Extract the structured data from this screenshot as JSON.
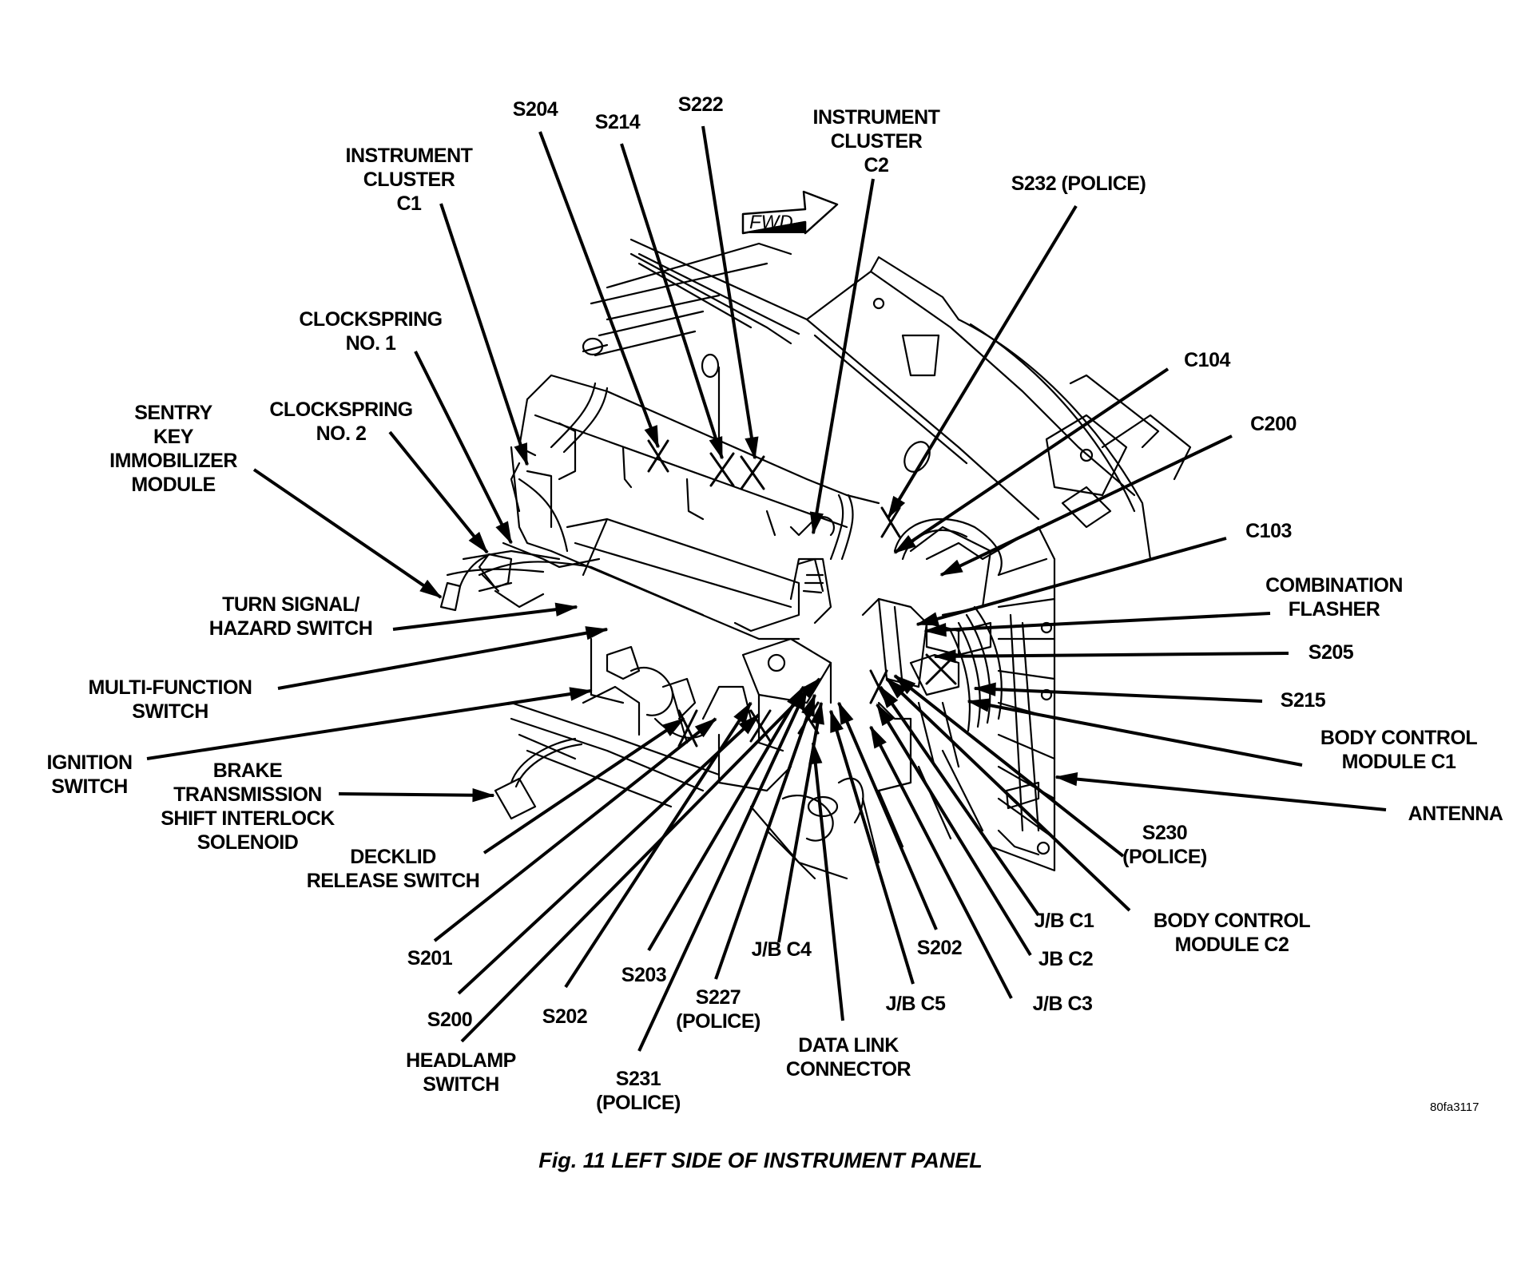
{
  "figure": {
    "caption": "Fig. 11 LEFT SIDE OF INSTRUMENT PANEL",
    "reference_id": "80fa3117",
    "direction_arrow": "FWD"
  },
  "labels": [
    {
      "id": "s204",
      "lines": [
        "S204"
      ]
    },
    {
      "id": "s214",
      "lines": [
        "S214"
      ]
    },
    {
      "id": "s222",
      "lines": [
        "S222"
      ]
    },
    {
      "id": "instrument-cluster-c2",
      "lines": [
        "INSTRUMENT",
        "CLUSTER",
        "C2"
      ]
    },
    {
      "id": "s232-police",
      "lines": [
        "S232 (POLICE)"
      ]
    },
    {
      "id": "instrument-cluster-c1",
      "lines": [
        "INSTRUMENT",
        "CLUSTER",
        "C1"
      ]
    },
    {
      "id": "clockspring-no-1",
      "lines": [
        "CLOCKSPRING",
        "NO. 1"
      ]
    },
    {
      "id": "clockspring-no-2",
      "lines": [
        "CLOCKSPRING",
        "NO. 2"
      ]
    },
    {
      "id": "sentry-key-immobilizer-module",
      "lines": [
        "SENTRY",
        "KEY",
        "IMMOBILIZER",
        "MODULE"
      ]
    },
    {
      "id": "turn-signal-hazard-switch",
      "lines": [
        "TURN SIGNAL/",
        "HAZARD SWITCH"
      ]
    },
    {
      "id": "multi-function-switch",
      "lines": [
        "MULTI-FUNCTION",
        "SWITCH"
      ]
    },
    {
      "id": "ignition-switch",
      "lines": [
        "IGNITION",
        "SWITCH"
      ]
    },
    {
      "id": "brake-transmission-shift-interlock-solenoid",
      "lines": [
        "BRAKE",
        "TRANSMISSION",
        "SHIFT INTERLOCK",
        "SOLENOID"
      ]
    },
    {
      "id": "decklid-release-switch",
      "lines": [
        "DECKLID",
        "RELEASE SWITCH"
      ]
    },
    {
      "id": "s201",
      "lines": [
        "S201"
      ]
    },
    {
      "id": "s200",
      "lines": [
        "S200"
      ]
    },
    {
      "id": "headlamp-switch",
      "lines": [
        "HEADLAMP",
        "SWITCH"
      ]
    },
    {
      "id": "s202-left",
      "lines": [
        "S202"
      ]
    },
    {
      "id": "s203",
      "lines": [
        "S203"
      ]
    },
    {
      "id": "s231-police",
      "lines": [
        "S231",
        "(POLICE)"
      ]
    },
    {
      "id": "s227-police",
      "lines": [
        "S227",
        "(POLICE)"
      ]
    },
    {
      "id": "jb-c4",
      "lines": [
        "J/B C4"
      ]
    },
    {
      "id": "data-link-connector",
      "lines": [
        "DATA LINK",
        "CONNECTOR"
      ]
    },
    {
      "id": "s202-right",
      "lines": [
        "S202"
      ]
    },
    {
      "id": "jb-c5",
      "lines": [
        "J/B C5"
      ]
    },
    {
      "id": "jb-c1",
      "lines": [
        "J/B C1"
      ]
    },
    {
      "id": "jb-c2",
      "lines": [
        "JB C2"
      ]
    },
    {
      "id": "jb-c3",
      "lines": [
        "J/B C3"
      ]
    },
    {
      "id": "body-control-module-c2",
      "lines": [
        "BODY CONTROL",
        "MODULE C2"
      ]
    },
    {
      "id": "s230-police",
      "lines": [
        "S230",
        "(POLICE)"
      ]
    },
    {
      "id": "antenna",
      "lines": [
        "ANTENNA"
      ]
    },
    {
      "id": "body-control-module-c1",
      "lines": [
        "BODY CONTROL",
        "MODULE C1"
      ]
    },
    {
      "id": "s215",
      "lines": [
        "S215"
      ]
    },
    {
      "id": "s205",
      "lines": [
        "S205"
      ]
    },
    {
      "id": "combination-flasher",
      "lines": [
        "COMBINATION",
        "FLASHER"
      ]
    },
    {
      "id": "c103",
      "lines": [
        "C103"
      ]
    },
    {
      "id": "c200",
      "lines": [
        "C200"
      ]
    },
    {
      "id": "c104",
      "lines": [
        "C104"
      ]
    }
  ]
}
